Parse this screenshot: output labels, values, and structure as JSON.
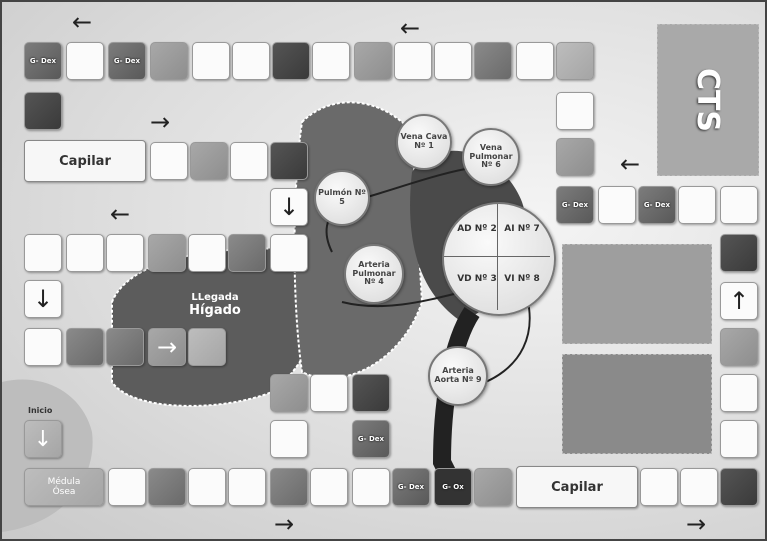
{
  "board": {
    "logo_text": "CTS",
    "liver_label_1": "LLegada",
    "liver_label_2": "Hígado",
    "start_label": "Inicio",
    "marrow_label_1": "Médula",
    "marrow_label_2": "Ósea",
    "capilar_top": "Capilar",
    "capilar_bottom": "Capilar",
    "gdex": "G- Dex",
    "gox": "G- Ox"
  },
  "stations": {
    "vena_cava": "Vena Cava Nº 1",
    "vena_pulmonar": "Vena Pulmonar Nº 6",
    "pulmon": "Pulmón Nº 5",
    "arteria_pulmonar": "Arteria Pulmonar Nº 4",
    "ad": "AD Nº 2",
    "ai": "AI Nº 7",
    "vd": "VD Nº 3",
    "vi": "VI Nº 8",
    "arteria_aorta": "Arteria Aorta Nº 9"
  },
  "icons": {
    "left": "←",
    "right": "→",
    "down": "↓",
    "up": "↑"
  }
}
